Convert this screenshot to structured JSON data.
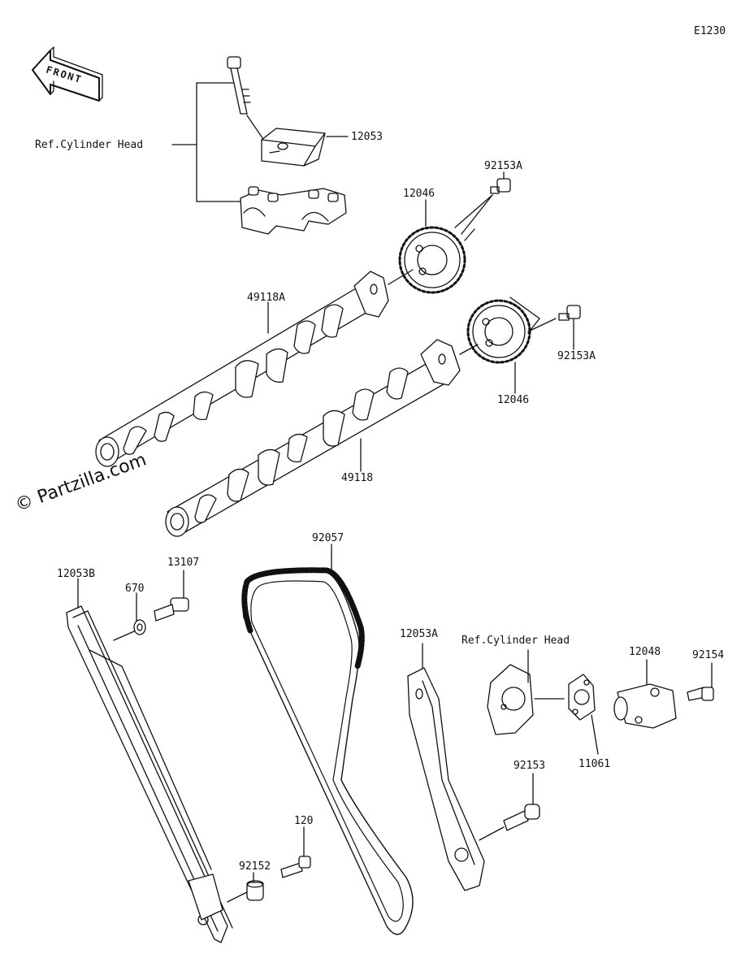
{
  "diagram_code": "E1230",
  "front_arrow": "FRONT",
  "watermark": "© Partzilla.com",
  "labels": {
    "p12053": "12053",
    "ref_cyl_head_1": "Ref.Cylinder Head",
    "p92153A_top": "92153A",
    "p12046_top": "12046",
    "p49118A": "49118A",
    "p92153A_right": "92153A",
    "p12046_bottom": "12046",
    "p49118": "49118",
    "p92057": "92057",
    "p12053B": "12053B",
    "p670": "670",
    "p13107": "13107",
    "p12053A": "12053A",
    "ref_cyl_head_2": "Ref.Cylinder Head",
    "p12048": "12048",
    "p92154": "92154",
    "p11061": "11061",
    "p92153": "92153",
    "p120": "120",
    "p92152": "92152"
  }
}
